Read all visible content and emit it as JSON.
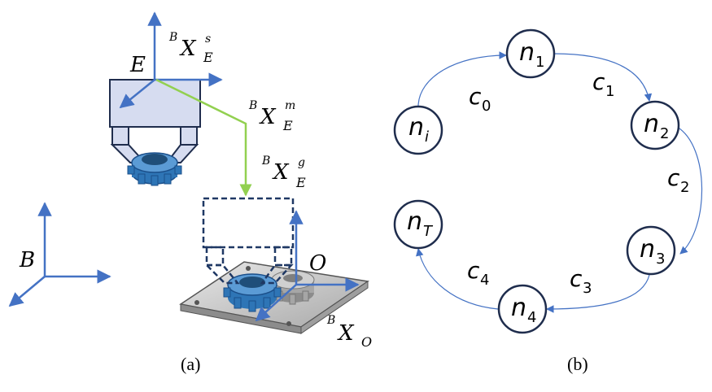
{
  "panel_a": {
    "caption": "(a)",
    "labels": {
      "E": "E",
      "B": "B",
      "O": "O",
      "sup_B": "B",
      "X": "X",
      "sub_E": "E",
      "sub_O": "O",
      "sup_s": "s",
      "sup_m": "m",
      "sup_g": "g"
    }
  },
  "panel_b": {
    "caption": "(b)",
    "nodes": [
      {
        "id": "ni",
        "base": "n",
        "sub": "i"
      },
      {
        "id": "n1",
        "base": "n",
        "sub": "1"
      },
      {
        "id": "n2",
        "base": "n",
        "sub": "2"
      },
      {
        "id": "n3",
        "base": "n",
        "sub": "3"
      },
      {
        "id": "n4",
        "base": "n",
        "sub": "4"
      },
      {
        "id": "nT",
        "base": "n",
        "sub": "T"
      }
    ],
    "edges": [
      {
        "base": "c",
        "sub": "0"
      },
      {
        "base": "c",
        "sub": "1"
      },
      {
        "base": "c",
        "sub": "2"
      },
      {
        "base": "c",
        "sub": "3"
      },
      {
        "base": "c",
        "sub": "4"
      }
    ]
  },
  "colors": {
    "axis_blue": "#4472C4",
    "path_green": "#92D050",
    "gripper_fill": "#D6DCF0",
    "gear_blue": "#2E75B6",
    "dashed_navy": "#1F3864",
    "plate_gray": "#C9C9C9"
  }
}
